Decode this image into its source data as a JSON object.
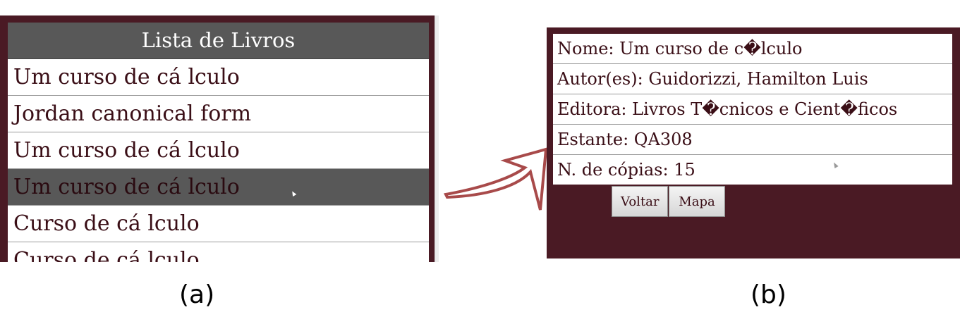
{
  "panel_a": {
    "list_title": "Lista de Livros",
    "items": [
      {
        "label": "Um curso de cá lculo"
      },
      {
        "label": "Jordan canonical form"
      },
      {
        "label": "Um curso de cá lculo"
      },
      {
        "label": "Um curso de cá lculo",
        "selected": true
      },
      {
        "label": "Curso de cá lculo"
      },
      {
        "label": "Curso de cá lculo"
      }
    ],
    "caption": "(a)"
  },
  "panel_b": {
    "fields": {
      "nome": "Nome: Um curso de c�lculo",
      "autor": "Autor(es): Guidorizzi, Hamilton Luis",
      "editora": "Editora: Livros T�cnicos e Cient�ficos",
      "estante": "Estante: QA308",
      "copias": "N. de cópias: 15"
    },
    "buttons": {
      "voltar": "Voltar",
      "mapa": "Mapa"
    },
    "caption": "(b)"
  },
  "colors": {
    "app_background": "#4a1a24",
    "header_background": "#585858",
    "text": "#3a0e16",
    "arrow": "#a84a4a"
  },
  "icons": {
    "arrow": "curved-arrow-icon",
    "cursor": "mouse-pointer-icon"
  }
}
